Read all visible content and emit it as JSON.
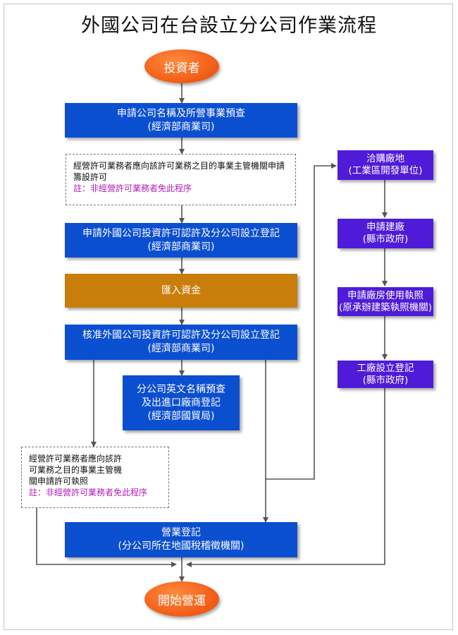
{
  "title": "外國公司在台設立分公司作業流程",
  "start": "投資者",
  "end": "開始營運",
  "main_flow": [
    {
      "line1": "申請公司名稱及所營事業預查",
      "line2": "(經濟部商業司)"
    },
    {
      "line1": "申請外國公司投資許可認許及分公司設立登記",
      "line2": "(經濟部商業司)"
    },
    {
      "line1": "匯入資金"
    },
    {
      "line1": "核准外國公司投資許可認許及分公司設立登記",
      "line2": "(經濟部商業司)"
    },
    {
      "line1": "分公司英文名稱預查",
      "line2": "及出進口廠商登記",
      "line3": "(經濟部國貿局)"
    },
    {
      "line1": "營業登記",
      "line2": "(分公司所在地國稅稽徵機關)"
    }
  ],
  "notes": [
    {
      "text": "經營許可業務者應向該許可業務之目的事業主管機關申請籌設許可",
      "note": "註：非經營許可業務者免此程序"
    },
    {
      "text1": "經營許可業務者應向該許",
      "text2": "可業務之目的事業主管機",
      "text3": "關申請許可執照",
      "note": "註：非經營許可業務者免此程序"
    }
  ],
  "factory_flow": [
    {
      "line1": "洽購廠地",
      "line2": "(工業區開發單位)"
    },
    {
      "line1": "申請建廠",
      "line2": "(縣市政府)"
    },
    {
      "line1": "申請廠房使用執照",
      "line2": "(原承辦建築執照機關)"
    },
    {
      "line1": "工廠設立登記",
      "line2": "(縣市政府)"
    }
  ],
  "colors": {
    "blue_box": "#0b4fd1",
    "purple_box": "#4f1bd8",
    "gold_box": "#c97d0b",
    "oval": "#f05a14",
    "note_text": "#b01fb3"
  }
}
